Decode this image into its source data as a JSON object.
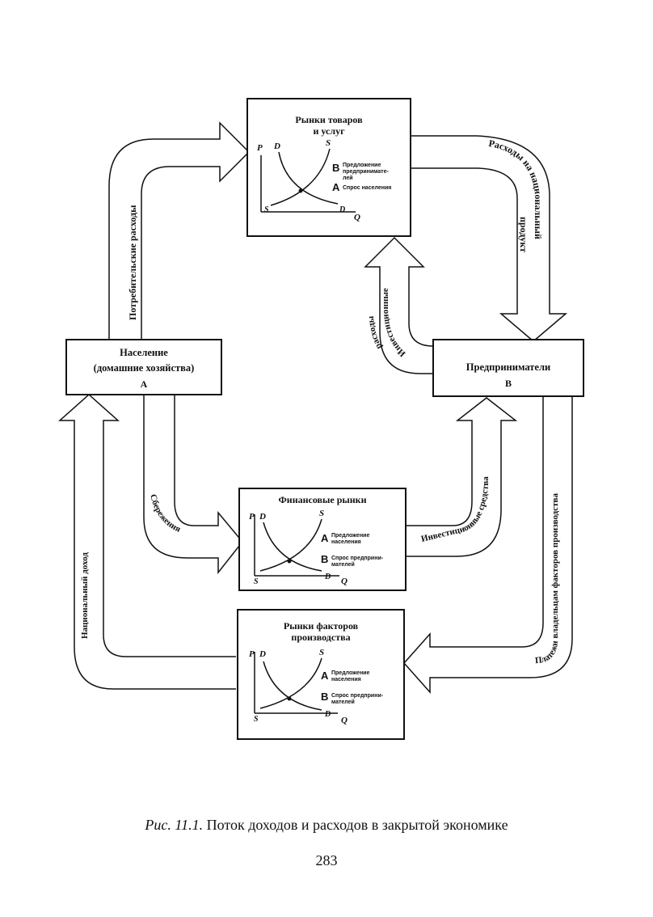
{
  "boxes": {
    "goods_market": {
      "title1": "Рынки  товаров",
      "title2": "и услуг",
      "line1": "Предложение",
      "line2": "предпринимате-",
      "line3": "лей",
      "line4": "Спрос населения",
      "letterB": "B",
      "letterA": "A"
    },
    "households": {
      "title1": "Население",
      "title2": "(домашние хозяйства)",
      "letter": "A"
    },
    "firms": {
      "title": "Предприниматели",
      "letter": "B"
    },
    "financial_market": {
      "title": "Финансовые рынки",
      "line1": "Предложение",
      "line2": "населения",
      "line3": "Спрос предприни-",
      "line4": "мателей",
      "letterA": "A",
      "letterB": "B"
    },
    "factor_market": {
      "title1": "Рынки факторов",
      "title2": "производства",
      "line1": "Предложение",
      "line2": "населения",
      "line3": "Спрос предприни-",
      "line4": "мателей",
      "letterA": "A",
      "letterB": "B"
    }
  },
  "axes": {
    "P": "P",
    "Q": "Q",
    "D": "D",
    "S": "S"
  },
  "arrows": {
    "consumer_spending": "Потребительские расходы",
    "national_product_spending_1": "Расходы на национальный",
    "national_product_spending_2": "продукт",
    "investment_spending_1": "Инвестиционные",
    "investment_spending_2": "расходы",
    "savings": "Сбережения",
    "investment_funds": "Инвестиционные средства",
    "factor_payments": "Платежи владельцам факторов производства",
    "national_income": "Национальный доход"
  },
  "caption": {
    "fig": "Рис. 11.1.",
    "text": " Поток доходов и расходов в закрытой экономике"
  },
  "page_number": "283"
}
